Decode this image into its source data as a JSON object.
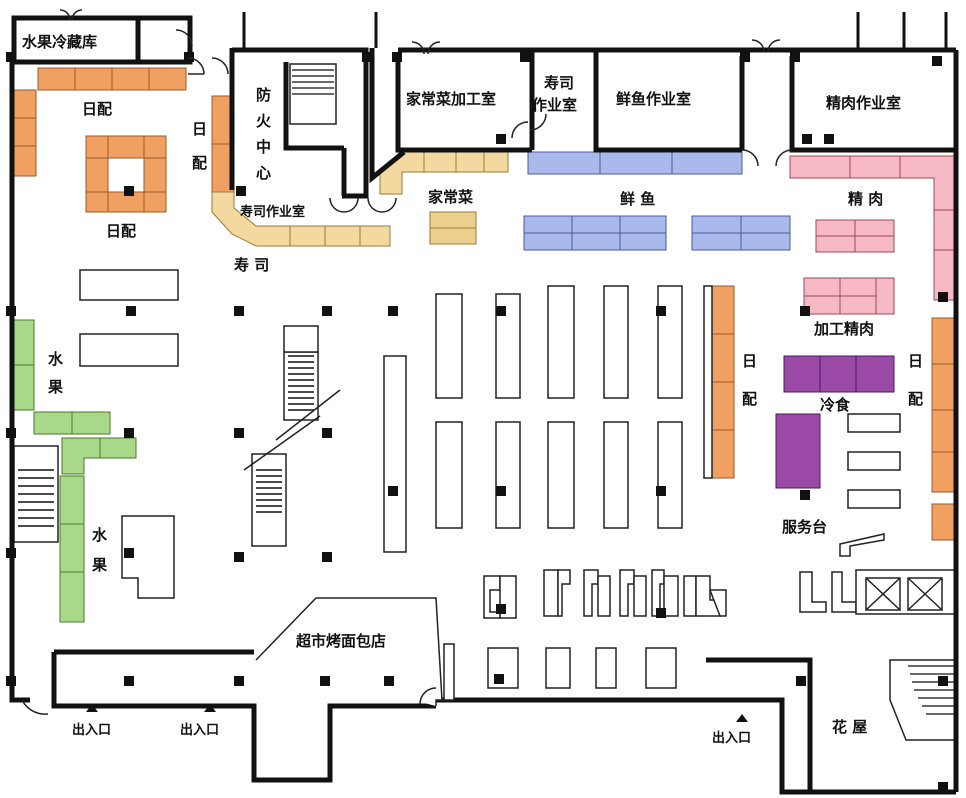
{
  "floor_plan": {
    "rooms": {
      "fruit_cold_storage": "水果冷藏库",
      "fire_center": [
        "防",
        "火",
        "中",
        "心"
      ],
      "deli_processing_room": "家常菜加工室",
      "sushi_workroom_top": [
        "寿司",
        "作业室"
      ],
      "fish_workroom": "鲜鱼作业室",
      "meat_workroom": "精肉作业室",
      "sushi_workroom": "寿司作业室",
      "bakery": "超市烤面包店",
      "flower_shop": "花 屋"
    },
    "sections": {
      "daily_top_left": "日配",
      "daily_island": "日配",
      "daily_vertical_left": [
        "日",
        "配"
      ],
      "sushi": "寿 司",
      "deli": "家常菜",
      "fresh_fish": "鲜 鱼",
      "meat": "精 肉",
      "processed_meat": "加工精肉",
      "frozen_food": "冷食",
      "daily_vertical_mid": [
        "日",
        "配"
      ],
      "daily_vertical_right": [
        "日",
        "配"
      ],
      "fruit_upper": [
        "水",
        "果"
      ],
      "fruit_lower": [
        "水",
        "果"
      ],
      "service_counter": "服务台"
    },
    "entrances": [
      "出入口",
      "出入口",
      "出入口"
    ],
    "colors": {
      "daily": "#f0a060",
      "sushi": "#f3d9a0",
      "deli": "#eccf8c",
      "fish": "#a9b9ec",
      "meat": "#f5b8c4",
      "frozen": "#9a4aa6",
      "fruit": "#a9d88a",
      "wall": "#111111"
    }
  }
}
